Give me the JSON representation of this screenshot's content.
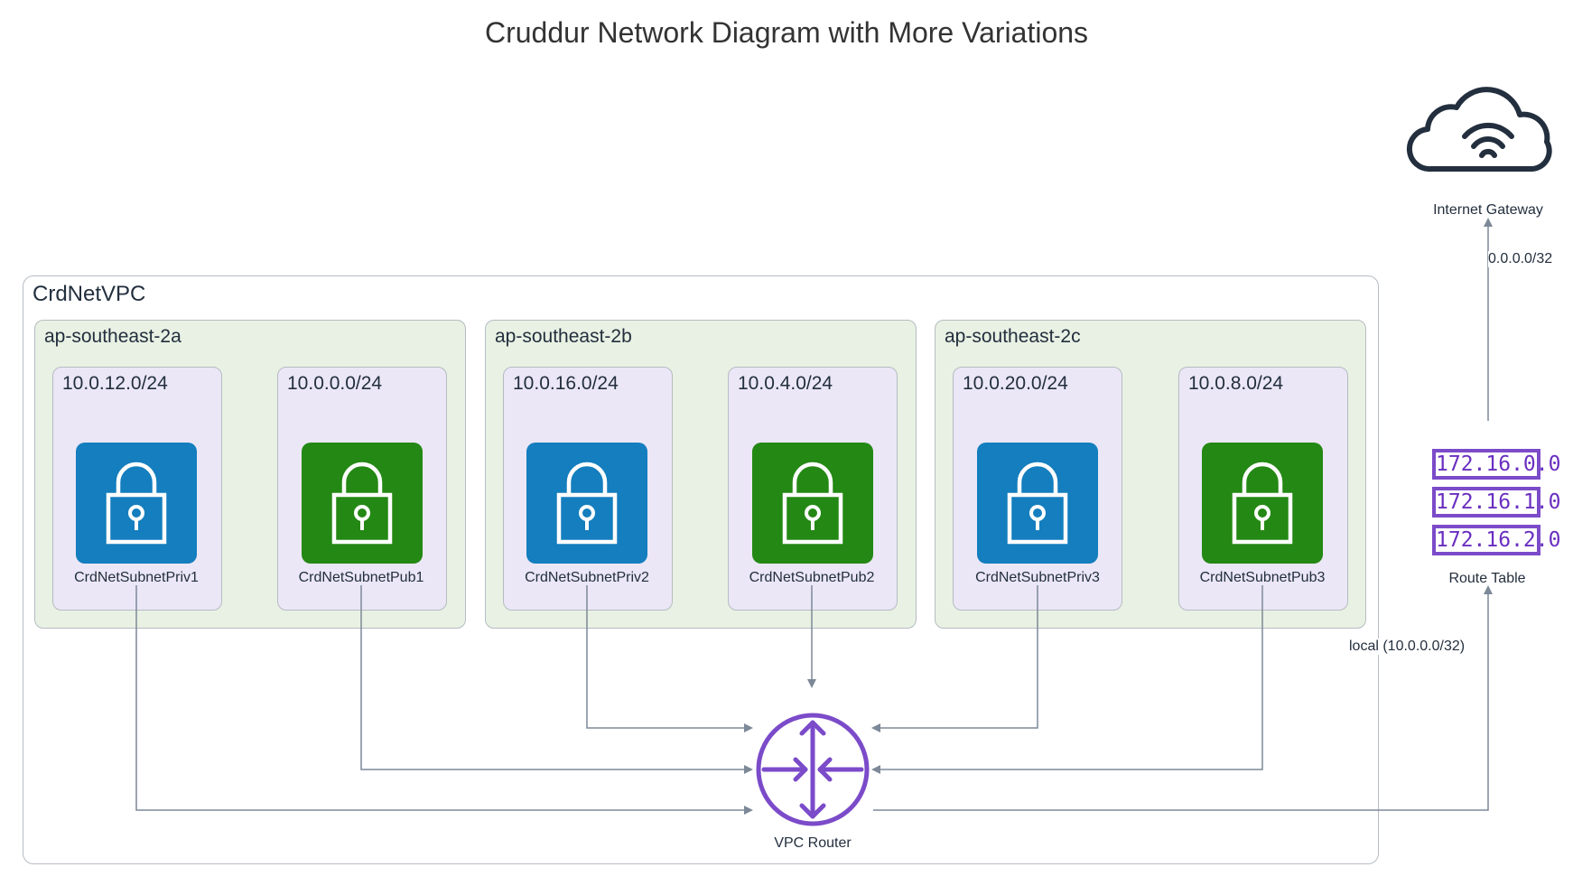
{
  "title": "Cruddur Network Diagram with More Variations",
  "colors": {
    "private_subnet": "#147ebe",
    "public_subnet": "#248814",
    "router": "#7b4bc9",
    "edge": "#7d8998",
    "az_fill": "#e8f1e3",
    "subnet_fill": "#ebe7f6"
  },
  "vpc": {
    "label": "CrdNetVPC"
  },
  "azs": [
    {
      "label": "ap-southeast-2a",
      "subnets": [
        {
          "cidr": "10.0.12.0/24",
          "name": "CrdNetSubnetPriv1",
          "kind": "private",
          "icon": "lock-icon"
        },
        {
          "cidr": "10.0.0.0/24",
          "name": "CrdNetSubnetPub1",
          "kind": "public",
          "icon": "lock-icon"
        }
      ]
    },
    {
      "label": "ap-southeast-2b",
      "subnets": [
        {
          "cidr": "10.0.16.0/24",
          "name": "CrdNetSubnetPriv2",
          "kind": "private",
          "icon": "lock-icon"
        },
        {
          "cidr": "10.0.4.0/24",
          "name": "CrdNetSubnetPub2",
          "kind": "public",
          "icon": "lock-icon"
        }
      ]
    },
    {
      "label": "ap-southeast-2c",
      "subnets": [
        {
          "cidr": "10.0.20.0/24",
          "name": "CrdNetSubnetPriv3",
          "kind": "private",
          "icon": "lock-icon"
        },
        {
          "cidr": "10.0.8.0/24",
          "name": "CrdNetSubnetPub3",
          "kind": "public",
          "icon": "lock-icon"
        }
      ]
    }
  ],
  "router": {
    "label": "VPC Router",
    "icon": "router-icon"
  },
  "route_table": {
    "label": "Route Table",
    "entries": [
      "172.16.0.0",
      "172.16.1.0",
      "172.16.2.0"
    ]
  },
  "internet_gateway": {
    "label": "Internet Gateway",
    "icon": "cloud-wifi-icon"
  },
  "edges": {
    "router_to_route_table": "local (10.0.0.0/32)",
    "route_table_to_gateway": "0.0.0.0/32"
  }
}
